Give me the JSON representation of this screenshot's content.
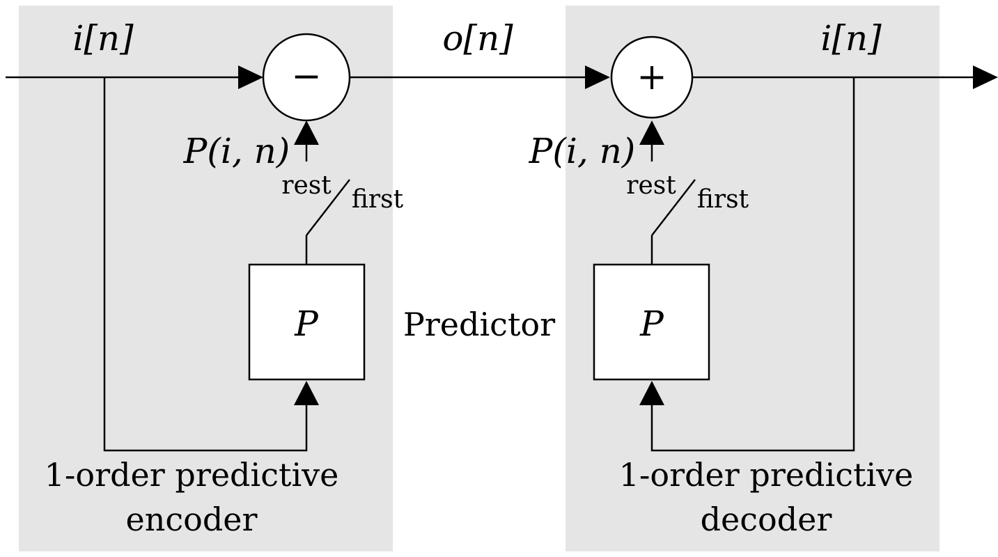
{
  "encoder": {
    "input_signal": "i[n]",
    "operator": "−",
    "prediction": "P(i, n)",
    "switch_rest": "rest",
    "switch_first": "first",
    "predictor_block": "P",
    "caption_line1": "1-order predictive",
    "caption_line2": "encoder"
  },
  "channel": {
    "output_signal": "o[n]",
    "predictor_label": "Predictor"
  },
  "decoder": {
    "output_signal": "i[n]",
    "operator": "+",
    "prediction": "P(i, n)",
    "switch_rest": "rest",
    "switch_first": "first",
    "predictor_block": "P",
    "caption_line1": "1-order predictive",
    "caption_line2": "decoder"
  },
  "colors": {
    "panel_fill": "#e5e5e5",
    "line": "#000000",
    "block_fill": "#ffffff"
  }
}
